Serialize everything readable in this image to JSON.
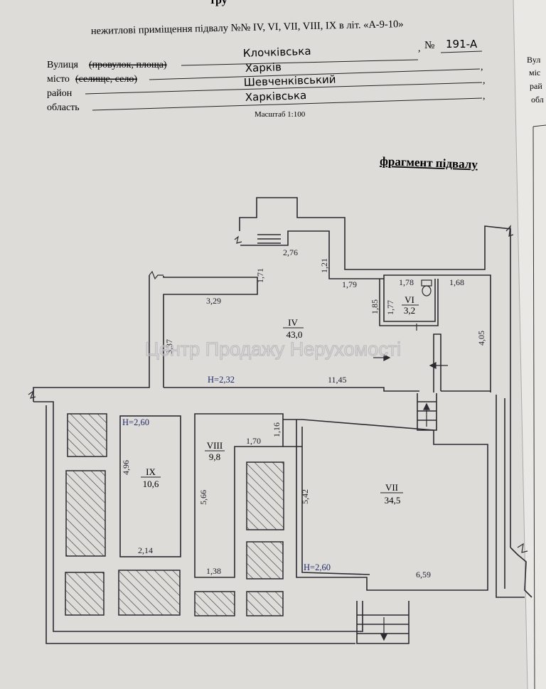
{
  "header": {
    "cut_top": "тру",
    "title": "нежитлові приміщення підвалу №№ IV, VI, VII, VIII, IX в літ. «А-9-10»",
    "street_label": "Вулиця",
    "street_label_struck": "(провулок, площа)",
    "street_value": "Клочківська",
    "number_sign": "№",
    "number_value": "191-А",
    "city_label": "місто",
    "city_label_struck": "(селище, село)",
    "city_value": "Харків",
    "district_label": "район",
    "district_value": "Шевченківський",
    "region_label": "область",
    "region_value": "Харківська",
    "scale": "Масштаб 1:100",
    "fragment_title": "фрагмент підвалу"
  },
  "right_page": [
    "Вул",
    "міс",
    "рай",
    "обл"
  ],
  "watermark": "Центр Продажу Нерухомості",
  "rooms": [
    {
      "id": "IV",
      "area": "43,0"
    },
    {
      "id": "VI",
      "area": "3,2"
    },
    {
      "id": "VII",
      "area": "34,5"
    },
    {
      "id": "VIII",
      "area": "9,8"
    },
    {
      "id": "IX",
      "area": "10,6"
    }
  ],
  "heights": [
    "Н=2,32",
    "Н=2,60",
    "Н=2,60"
  ],
  "dimensions": [
    "2,76",
    "1,71",
    "1,21",
    "3,29",
    "1,79",
    "1,78",
    "1,68",
    "1,85",
    "1,77",
    "3,37",
    "4,05",
    "11,45",
    "1,16",
    "1,70",
    "4,96",
    "5,66",
    "5,42",
    "2,14",
    "1,38",
    "6,59"
  ]
}
